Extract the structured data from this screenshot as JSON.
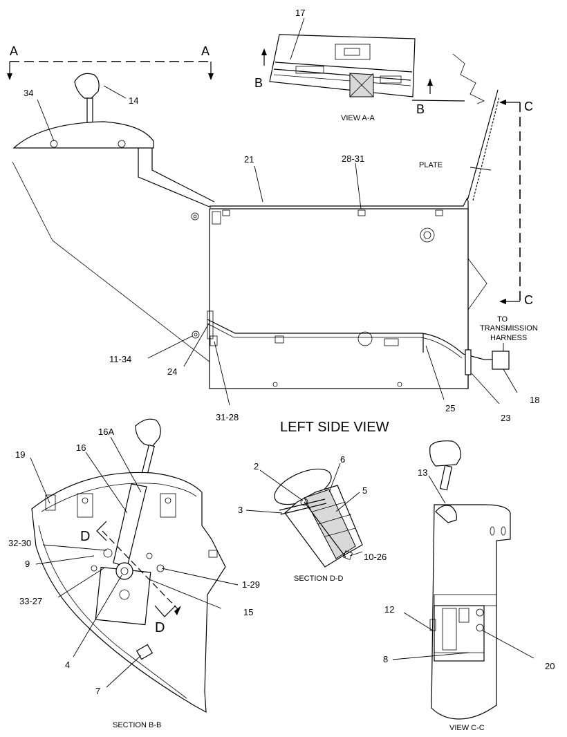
{
  "views": {
    "left_side": "LEFT SIDE VIEW",
    "view_aa": "VIEW A-A",
    "section_bb": "SECTION B-B",
    "section_dd": "SECTION D-D",
    "view_cc": "VIEW C-C"
  },
  "section_marks": {
    "a": "A",
    "b": "B",
    "c": "C",
    "d": "D"
  },
  "notes": {
    "plate": "PLATE",
    "to": "TO",
    "transmission": "TRANSMISSION",
    "harness": "HARNESS"
  },
  "callouts": {
    "c14": "14",
    "c34_top": "34",
    "c17": "17",
    "c21": "21",
    "c28_31": "28-31",
    "c11_34": "11-34",
    "c24": "24",
    "c31_28": "31-28",
    "c25": "25",
    "c23": "23",
    "c18": "18",
    "c16a": "16A",
    "c16": "16",
    "c19": "19",
    "c32_30": "32-30",
    "c9": "9",
    "c33_27": "33-27",
    "c1_29": "1-29",
    "c15": "15",
    "c4": "4",
    "c7": "7",
    "c2": "2",
    "c6": "6",
    "c5": "5",
    "c3": "3",
    "c10_26": "10-26",
    "c13": "13",
    "c12": "12",
    "c8": "8",
    "c20": "20"
  }
}
